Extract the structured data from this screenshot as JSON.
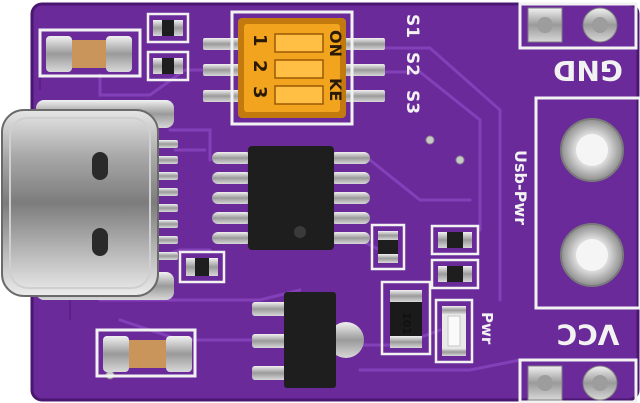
{
  "silkscreen": {
    "s1": "S1",
    "s2": "S2",
    "s3": "S3",
    "gnd": "GND",
    "vcc": "VCC",
    "usb_pwr": "Usb-Pwr",
    "pwr": "Pwr"
  },
  "dip_switch": {
    "on": "ON",
    "ke": "KE",
    "pos1": "1",
    "pos2": "2",
    "pos3": "3"
  },
  "resistor_marking": "101",
  "colors": {
    "pcb": "#6a2a9a",
    "pcb_dark": "#4a1770",
    "silk": "#f2f2f2",
    "solder": "#c9c9c9",
    "gold": "#c9955a",
    "chip": "#1e1e1e",
    "switch": "#f2a41f"
  }
}
